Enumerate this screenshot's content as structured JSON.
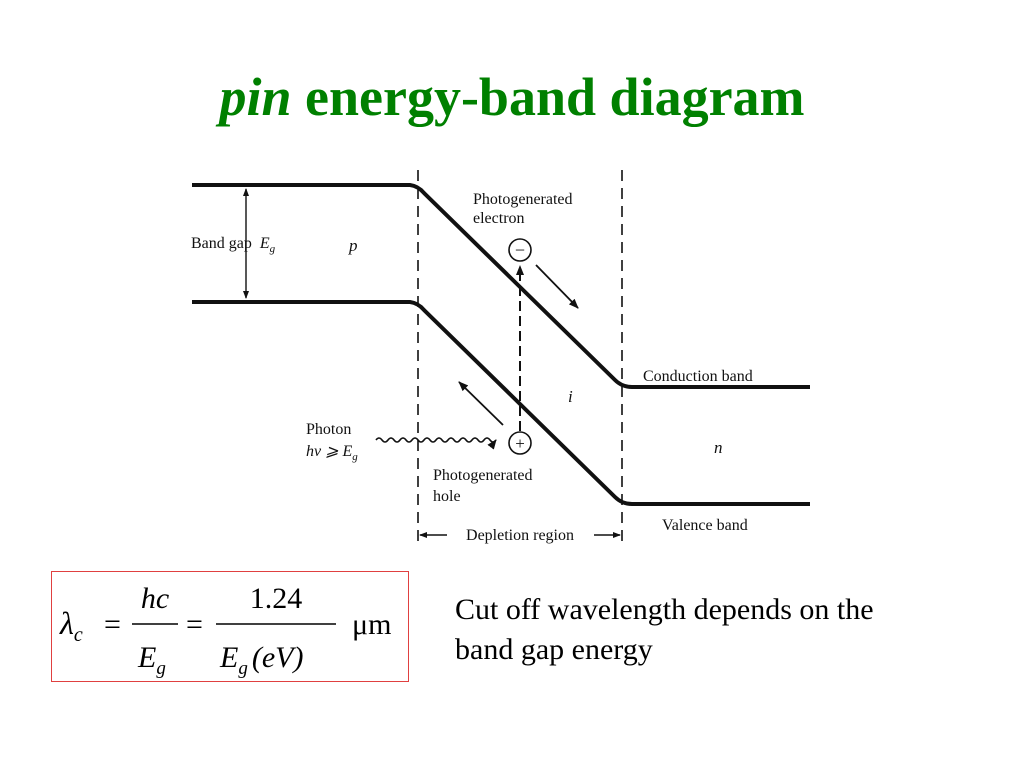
{
  "title": {
    "italic_part": "pin",
    "rest": " energy-band diagram"
  },
  "colors": {
    "title": "#008000",
    "box_border": "#e04040",
    "ink": "#111111"
  },
  "diagram": {
    "band_gap_label": "Band gap",
    "band_gap_symbol": "E",
    "band_gap_sub": "g",
    "p_label": "p",
    "i_label": "i",
    "n_label": "n",
    "electron_label_line1": "Photogenerated",
    "electron_label_line2": "electron",
    "electron_sign": "−",
    "hole_label_line1": "Photogenerated",
    "hole_label_line2": "hole",
    "hole_sign": "+",
    "photon_label": "Photon",
    "photon_energy": "hν ⩾ E",
    "photon_energy_sub": "g",
    "conduction_band_label": "Conduction band",
    "valence_band_label": "Valence band",
    "depletion_label": "Depletion region"
  },
  "formula": {
    "lambda": "λ",
    "lambda_sub": "c",
    "equals": "=",
    "num1": "hc",
    "den1": "E",
    "den1_sub": "g",
    "num2": "1.24",
    "den2": "E",
    "den2_sub": "g",
    "den2_tail": "(eV)",
    "unit": "μm"
  },
  "note": {
    "line1": "Cut off wavelength depends on the",
    "line2": "band gap energy"
  }
}
